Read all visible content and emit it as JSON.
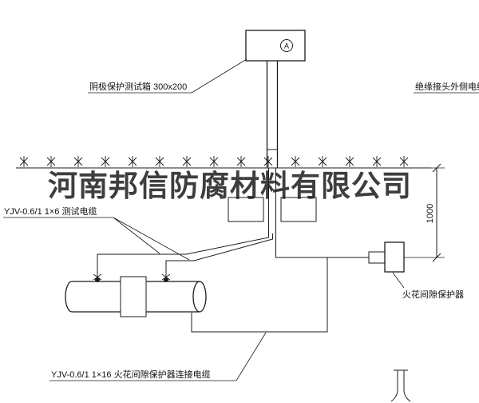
{
  "colors": {
    "ink": "#1b1b1b",
    "background": "#ffffff",
    "watermark": "#1f1f1f"
  },
  "watermark": {
    "text": "河南邦信防腐材料有限公司"
  },
  "test_box": {
    "marker": "A",
    "label": "阴极保护测试箱 300x200"
  },
  "labels": {
    "insulated_joint_cable": "绝缘接头外侧电缆",
    "test_cable": "YJV-0.6/1 1×6  测试电缆",
    "spark_gap_protector": "火花间隙保护器",
    "connection_cable": "YJV-0.6/1 1×16  火花间隙保护器连接电缆"
  },
  "dimension": {
    "depth": "1000"
  }
}
